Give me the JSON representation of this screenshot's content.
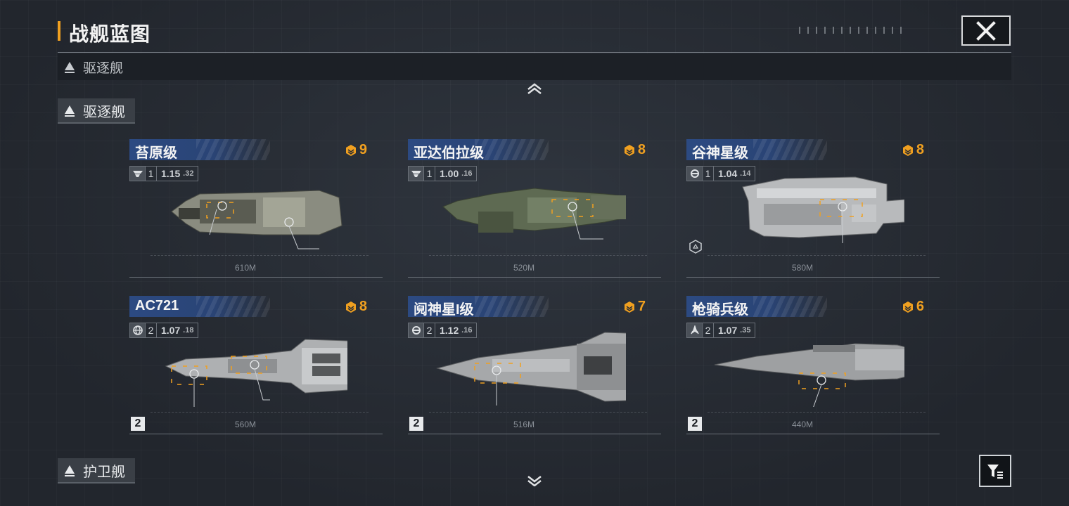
{
  "title": "战舰蓝图",
  "category_header": {
    "label": "驱逐舰"
  },
  "section_destroyer": {
    "label": "驱逐舰"
  },
  "section_frigate": {
    "label": "护卫舰"
  },
  "accent_color": "#f0a020",
  "ships": [
    {
      "name": "苔原级",
      "rank": "9",
      "class_icon": "wing-emblem-icon",
      "tier": "1",
      "speed": "1.15",
      "turn": ".32",
      "length": "610M"
    },
    {
      "name": "亚达伯拉级",
      "rank": "8",
      "class_icon": "wing-emblem-icon",
      "tier": "1",
      "speed": "1.00",
      "turn": ".16",
      "length": "520M"
    },
    {
      "name": "谷神星级",
      "rank": "8",
      "class_icon": "gear-emblem-icon",
      "tier": "1",
      "speed": "1.04",
      "turn": ".14",
      "length": "580M"
    },
    {
      "name": "AC721",
      "rank": "8",
      "class_icon": "globe-emblem-icon",
      "tier": "2",
      "speed": "1.07",
      "turn": ".18",
      "length": "560M",
      "badge": "2"
    },
    {
      "name": "阋神星I级",
      "rank": "7",
      "class_icon": "gear-emblem-icon",
      "tier": "2",
      "speed": "1.12",
      "turn": ".16",
      "length": "516M",
      "badge": "2"
    },
    {
      "name": "枪骑兵级",
      "rank": "6",
      "class_icon": "rocket-emblem-icon",
      "tier": "2",
      "speed": "1.07",
      "turn": ".35",
      "length": "440M",
      "badge": "2"
    }
  ]
}
